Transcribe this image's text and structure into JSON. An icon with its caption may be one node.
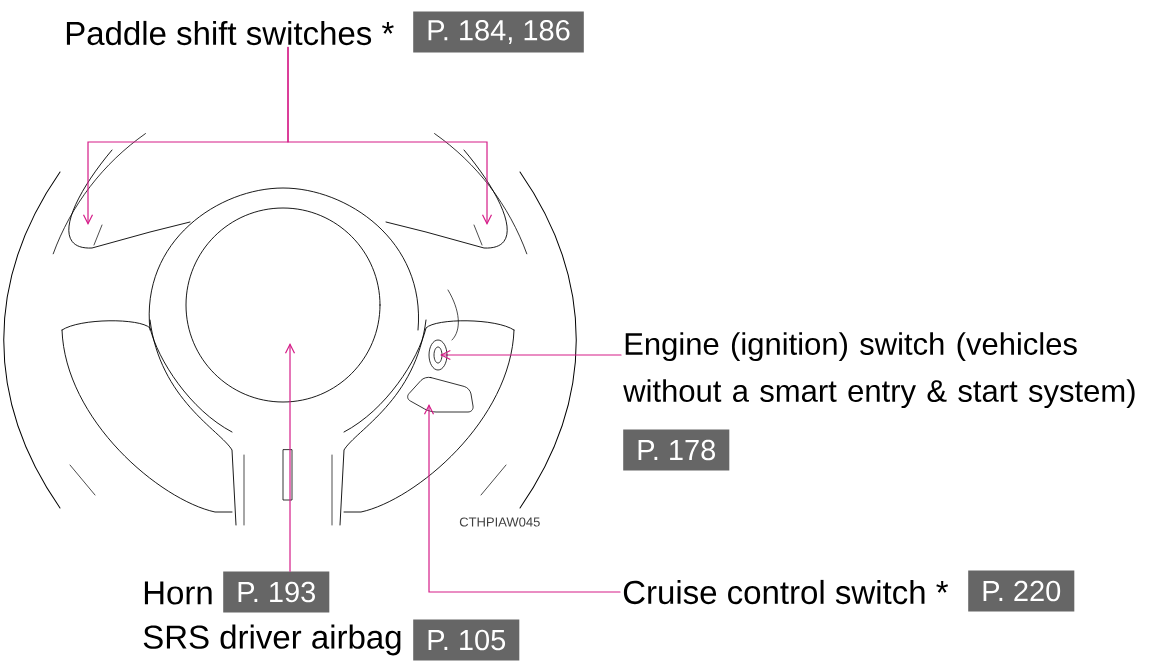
{
  "diagram": {
    "nodes": [
      {
        "text": [
          "Paddle shift switches *"
        ]
      },
      {
        "text": [
          "P. 184, 186"
        ]
      },
      {
        "text": [
          "Engine (ignition) switch (vehicles without a smart entry & start system)"
        ]
      },
      {
        "text": [
          "P. 178"
        ]
      },
      {
        "text": [
          "Horn"
        ]
      },
      {
        "text": [
          "P. 193"
        ]
      },
      {
        "text": [
          "SRS driver airbag"
        ]
      },
      {
        "text": [
          "P. 105"
        ]
      },
      {
        "text": [
          "Cruise control switch *"
        ]
      },
      {
        "text": [
          "P. 220"
        ]
      }
    ],
    "edges": [
      {
        "from": 0,
        "to": null,
        "arrow": "to"
      },
      {
        "from": 0,
        "to": null,
        "arrow": "to"
      },
      {
        "from": 2,
        "to": null,
        "arrow": "to"
      },
      {
        "from": 5,
        "to": null,
        "arrow": "to"
      },
      {
        "from": 8,
        "to": null,
        "arrow": "to"
      }
    ],
    "labels": [
      "CTHPIAW045"
    ]
  }
}
